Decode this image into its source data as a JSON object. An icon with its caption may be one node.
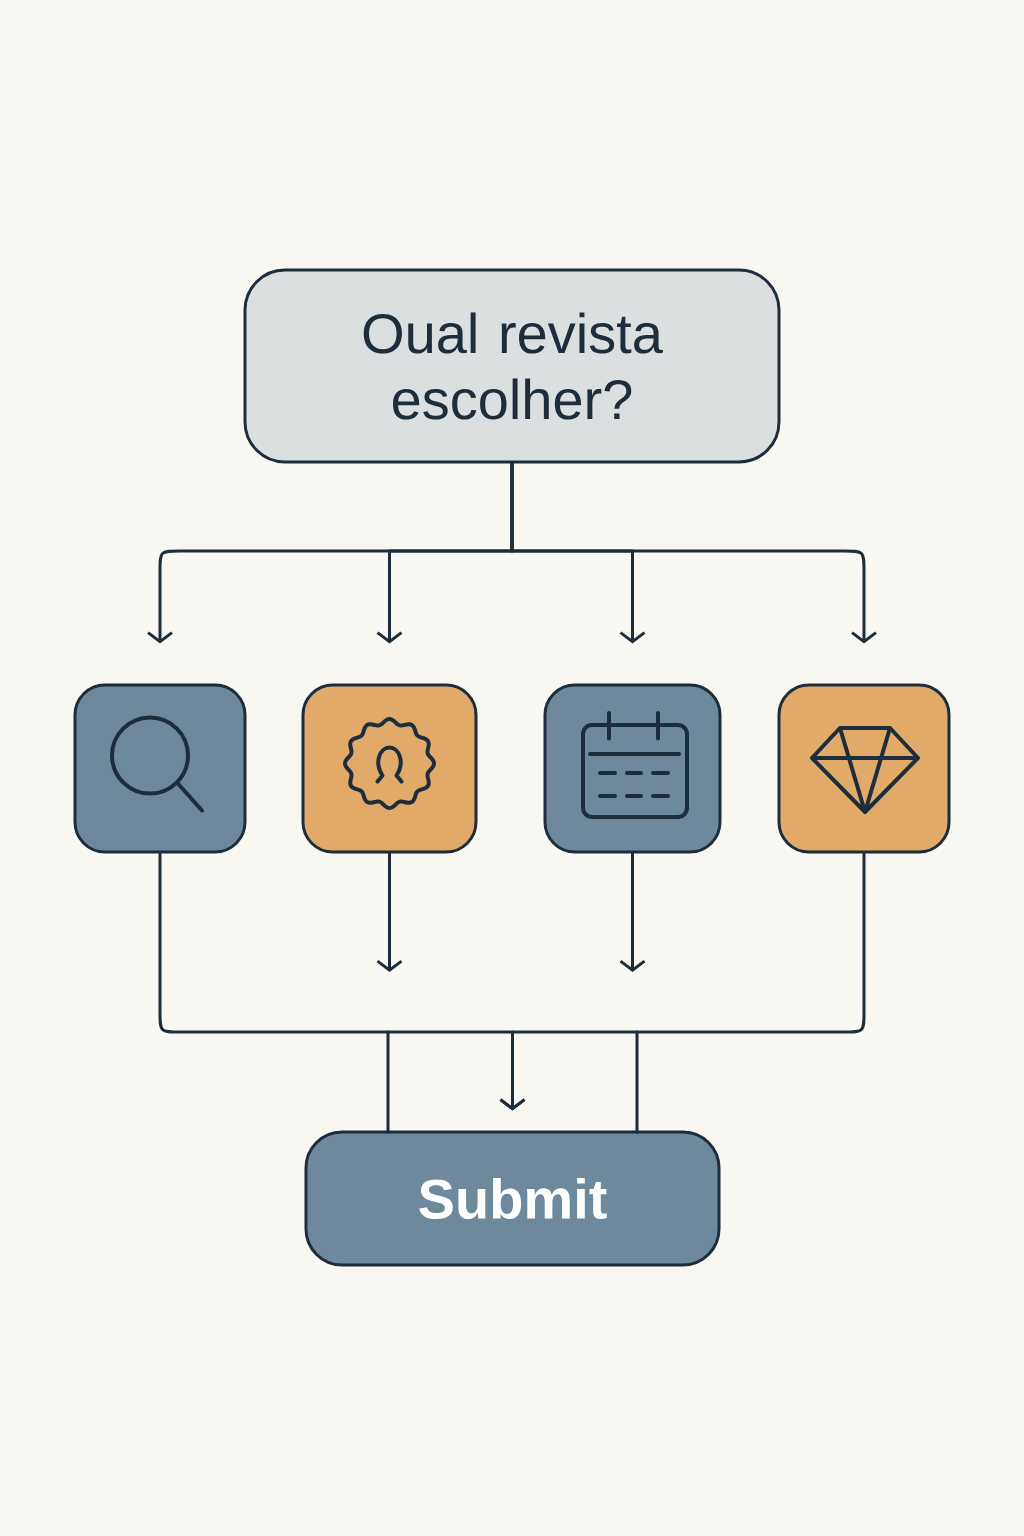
{
  "diagram": {
    "nodes": [
      {
        "text": [
          "Oual revista escolher?"
        ]
      },
      {
        "text": [],
        "shape": "box"
      },
      {
        "text": [],
        "shape": "box"
      },
      {
        "text": [],
        "shape": "box"
      },
      {
        "text": [],
        "shape": "box"
      },
      {
        "text": [
          "Submit"
        ]
      }
    ],
    "edges": [
      {
        "from": 0,
        "to": 1,
        "arrow": "to"
      },
      {
        "from": 0,
        "to": 2,
        "arrow": "to"
      },
      {
        "from": 0,
        "to": 3,
        "arrow": "to"
      },
      {
        "from": 0,
        "to": 4,
        "arrow": "to"
      },
      {
        "from": 1,
        "to": 5,
        "arrow": "to"
      },
      {
        "from": 2,
        "to": null,
        "arrow": "to"
      },
      {
        "from": 3,
        "to": null,
        "arrow": "to"
      },
      {
        "from": 4,
        "to": 5,
        "arrow": "to"
      },
      {
        "from": null,
        "to": 5,
        "arrow": "none"
      },
      {
        "from": null,
        "to": 5,
        "arrow": "none"
      }
    ]
  }
}
